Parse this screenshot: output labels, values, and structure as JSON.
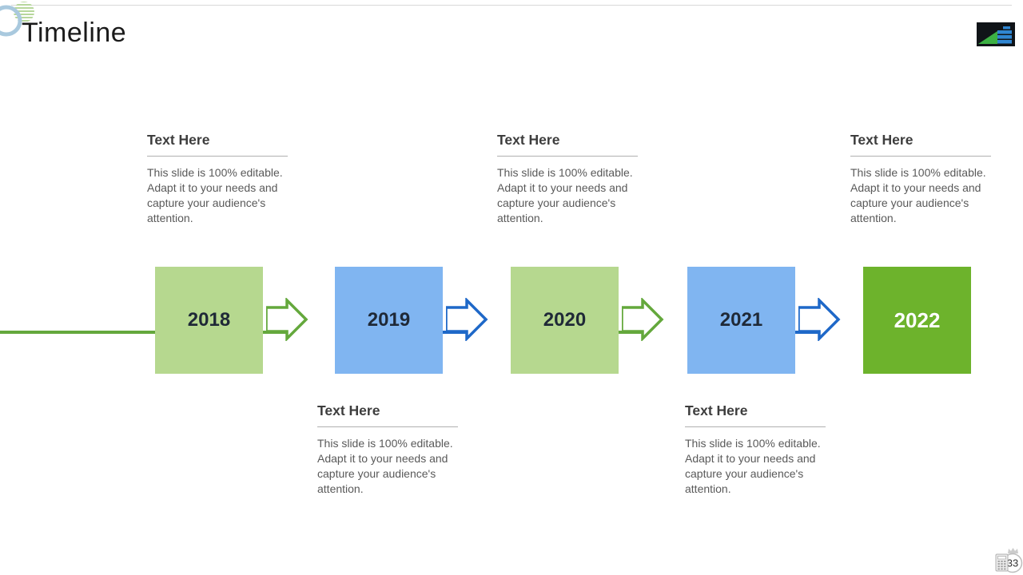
{
  "slide": {
    "title": "Timeline",
    "page_number": "33"
  },
  "colors": {
    "accent_green": "#64a83c",
    "accent_blue": "#1e68c8",
    "box_light_green": "#b6d88f",
    "box_light_blue": "#80b5f1",
    "box_solid_green": "#6db32c",
    "year_text": "#1f2937",
    "heading_text": "#3d3d3d",
    "body_text": "#595959"
  },
  "timeline": {
    "items": [
      {
        "year": "2018",
        "box_style": "light-green",
        "text_position": "top",
        "heading": "Text Here",
        "body": "This slide is 100% editable. Adapt it to your needs and capture your audience's attention."
      },
      {
        "year": "2019",
        "box_style": "light-blue",
        "text_position": "bottom",
        "heading": "Text Here",
        "body": "This slide is 100% editable. Adapt it to your needs and capture your audience's attention."
      },
      {
        "year": "2020",
        "box_style": "light-green",
        "text_position": "top",
        "heading": "Text Here",
        "body": "This slide is 100% editable. Adapt it to your needs and capture your audience's attention."
      },
      {
        "year": "2021",
        "box_style": "light-blue",
        "text_position": "bottom",
        "heading": "Text Here",
        "body": "This slide is 100% editable. Adapt it to your needs and capture your audience's attention."
      },
      {
        "year": "2022",
        "box_style": "solid-green",
        "text_position": "top",
        "heading": "Text Here",
        "body": "This slide is 100% editable. Adapt it to your needs and capture your audience's attention."
      }
    ],
    "connectors": [
      "green",
      "blue",
      "green",
      "blue"
    ]
  }
}
